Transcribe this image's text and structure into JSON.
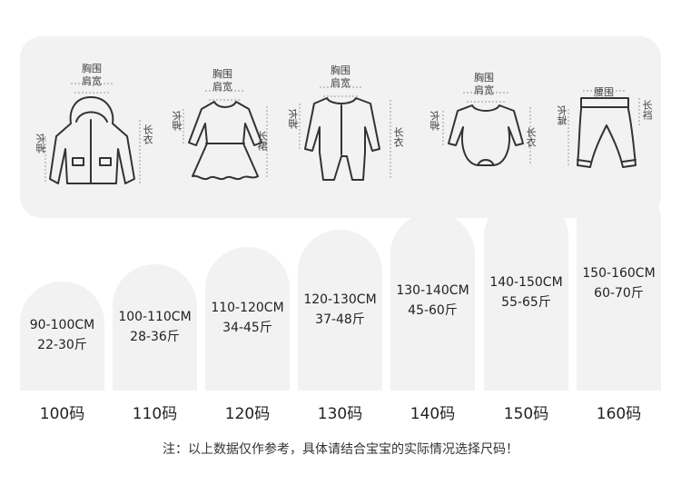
{
  "garments": [
    {
      "name": "jacket",
      "icon": "hooded-jacket-icon",
      "labels": {
        "top1": "胸围",
        "top2": "肩宽",
        "left": "袖长",
        "right": "长衣"
      }
    },
    {
      "name": "dress",
      "icon": "ruffle-dress-icon",
      "labels": {
        "top1": "胸围",
        "top2": "肩宽",
        "left": "袖长",
        "right": "长裙"
      }
    },
    {
      "name": "romper",
      "icon": "long-romper-icon",
      "labels": {
        "top1": "胸围",
        "top2": "肩宽",
        "left": "袖长",
        "right": "长衣"
      }
    },
    {
      "name": "bodysuit",
      "icon": "bodysuit-icon",
      "labels": {
        "top1": "胸围",
        "top2": "肩宽",
        "left": "袖长",
        "right": "长衣"
      }
    },
    {
      "name": "pants",
      "icon": "pants-icon",
      "labels": {
        "top1": "腰围",
        "left": "裤长",
        "right": "长裆"
      }
    }
  ],
  "sizes": [
    {
      "range": "90-100CM",
      "weight": "22-30斤",
      "label": "100码",
      "level": 1
    },
    {
      "range": "100-110CM",
      "weight": "28-36斤",
      "label": "110码",
      "level": 2
    },
    {
      "range": "110-120CM",
      "weight": "34-45斤",
      "label": "120码",
      "level": 3
    },
    {
      "range": "120-130CM",
      "weight": "37-48斤",
      "label": "130码",
      "level": 4
    },
    {
      "range": "130-140CM",
      "weight": "45-60斤",
      "label": "140码",
      "level": 5
    },
    {
      "range": "140-150CM",
      "weight": "55-65斤",
      "label": "150码",
      "level": 6
    },
    {
      "range": "150-160CM",
      "weight": "60-70斤",
      "label": "160码",
      "level": 7
    }
  ],
  "note": "注：以上数据仅作参考，具体请结合宝宝的实际情况选择尺码！"
}
